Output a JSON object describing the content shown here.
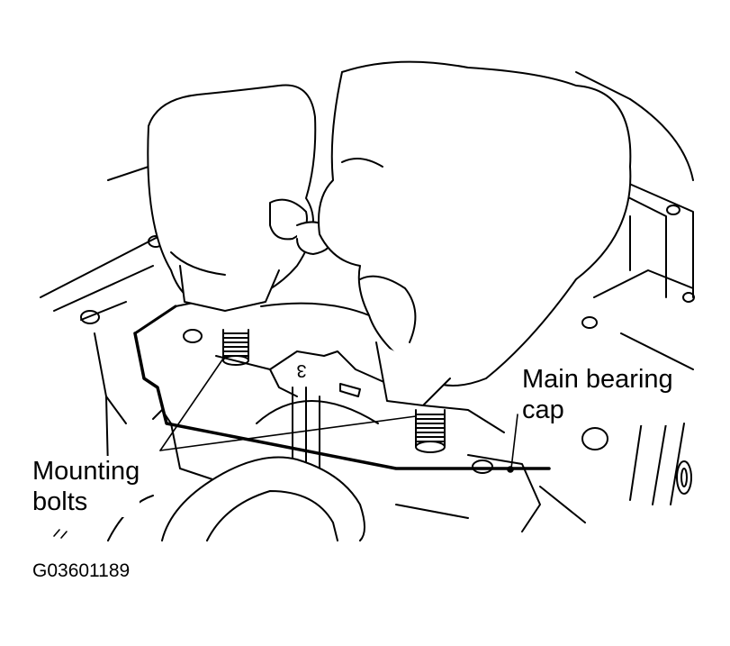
{
  "labels": {
    "main_bearing_cap_line1": "Main bearing",
    "main_bearing_cap_line2": "cap",
    "mounting_bolts_line1": "Mounting",
    "mounting_bolts_line2": "bolts",
    "cap_number_mark": "3"
  },
  "figure_id": "G03601189",
  "colors": {
    "ink": "#000000",
    "paper": "#ffffff"
  }
}
